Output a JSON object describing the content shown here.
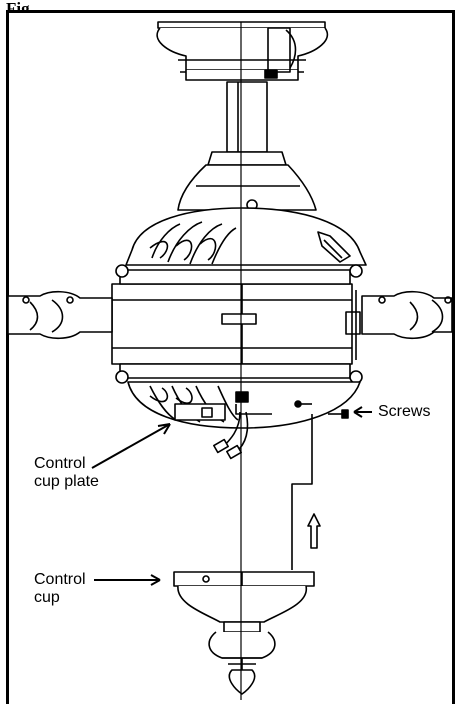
{
  "figure": {
    "label": "Fig"
  },
  "callouts": {
    "screws": "Screws",
    "control_cup_plate_line1": "Control",
    "control_cup_plate_line2": "cup plate",
    "control_cup_line1": "Control",
    "control_cup_line2": "cup"
  },
  "colors": {
    "ink": "#000000",
    "paper": "#ffffff"
  }
}
